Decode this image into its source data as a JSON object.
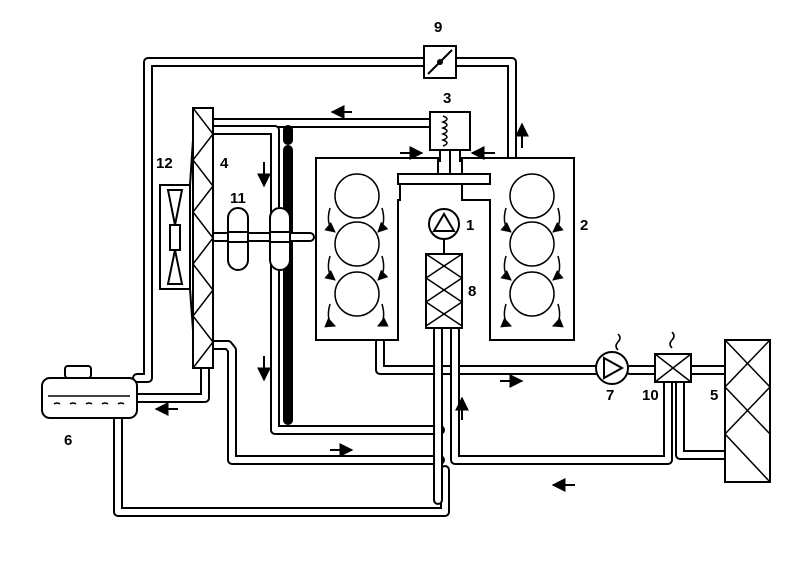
{
  "labels": {
    "l1": "1",
    "l2": "2",
    "l3": "3",
    "l4": "4",
    "l5": "5",
    "l6": "6",
    "l7": "7",
    "l8": "8",
    "l9": "9",
    "l10": "10",
    "l11": "11",
    "l12": "12"
  },
  "colors": {
    "ink": "#000000",
    "background": "#ffffff"
  }
}
